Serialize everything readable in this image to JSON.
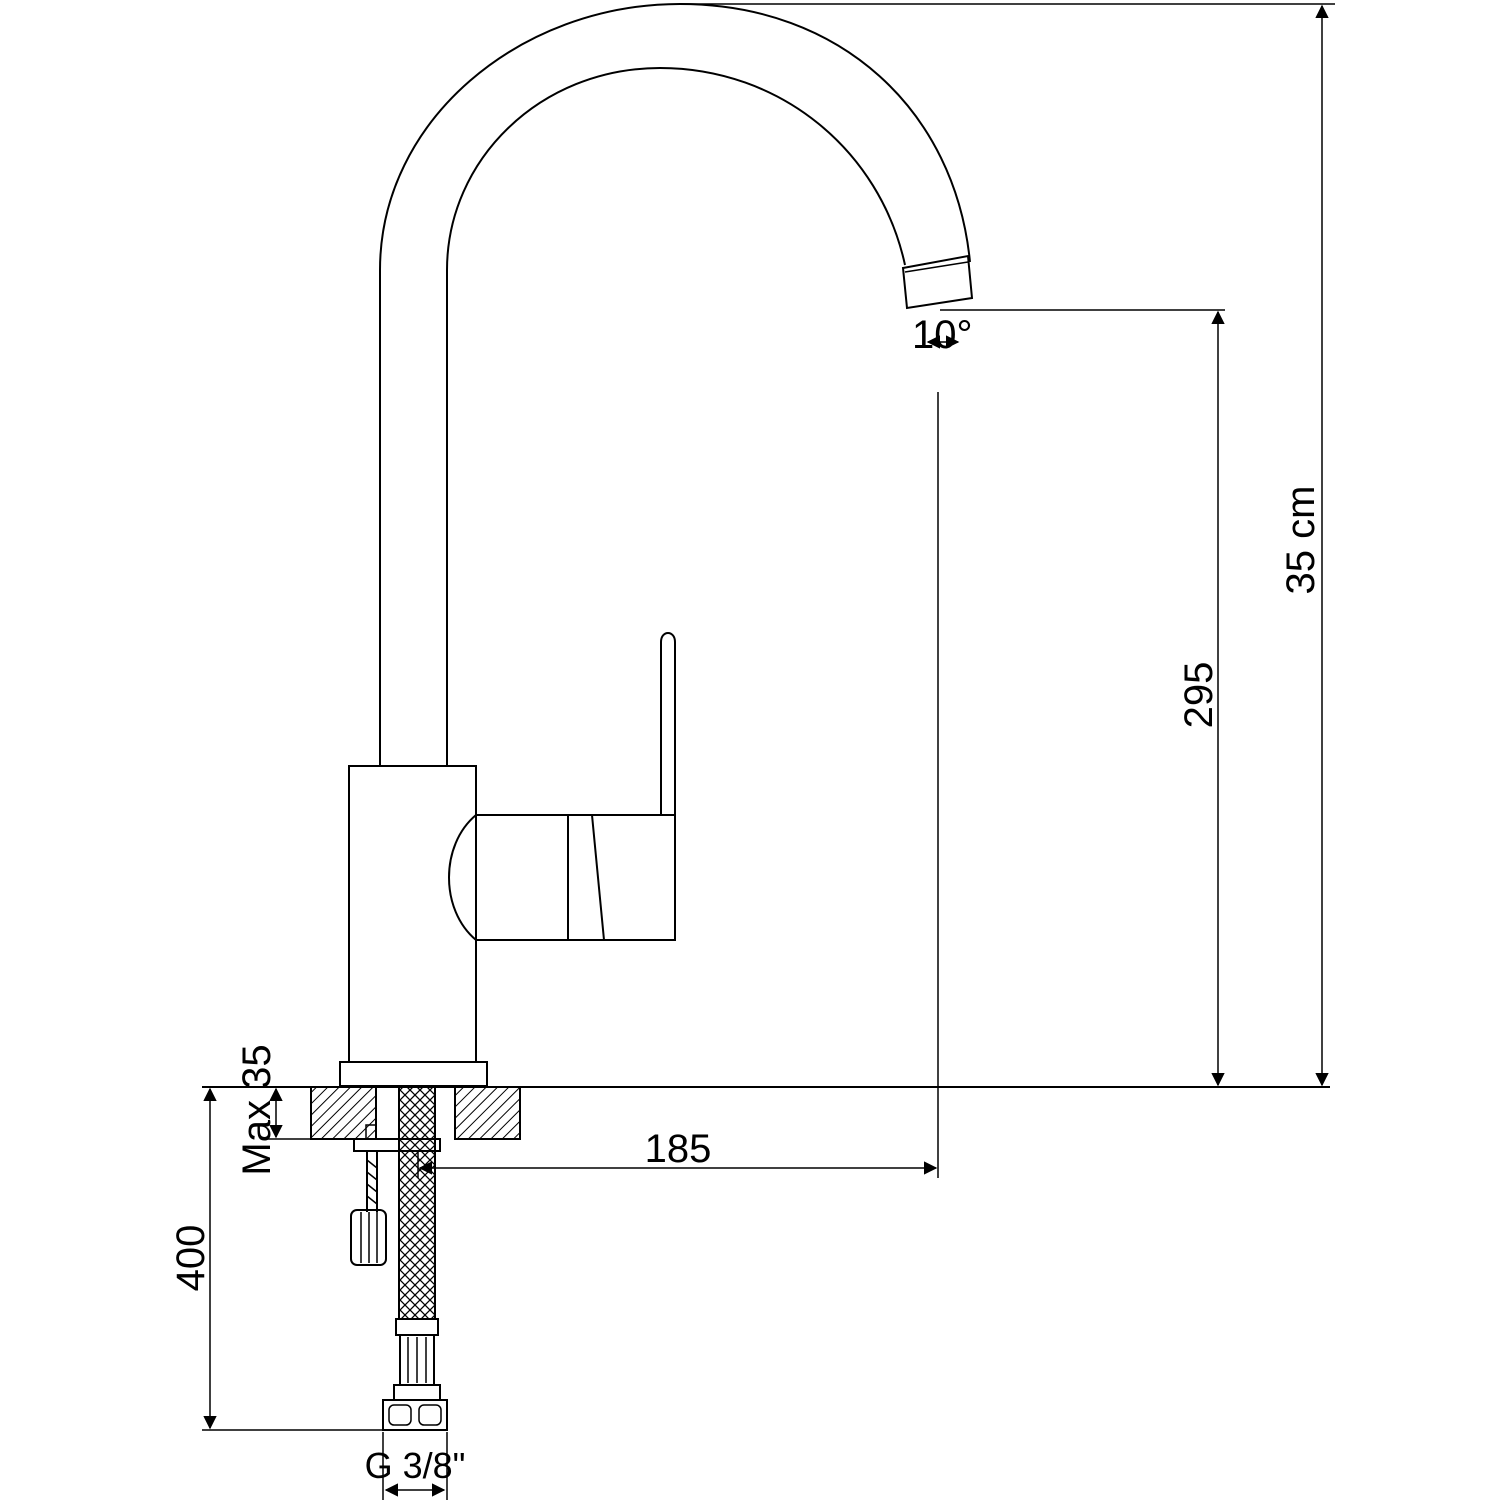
{
  "dimensions": {
    "total_height": "35 cm",
    "spout_height": "295",
    "reach": "185",
    "hose_length": "400",
    "max_thickness": "Max 35",
    "thread": "G 3/8\"",
    "angle": "10°"
  },
  "colors": {
    "line": "#000000",
    "background": "#ffffff"
  }
}
